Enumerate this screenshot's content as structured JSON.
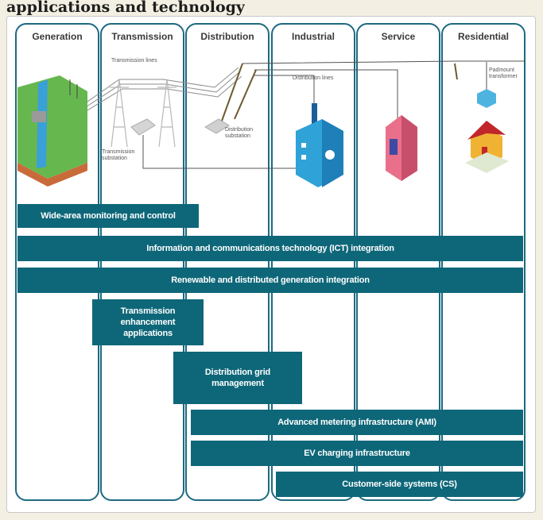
{
  "header_fragment": "applications and technology",
  "columns": [
    {
      "id": "generation",
      "title": "Generation"
    },
    {
      "id": "transmission",
      "title": "Transmission"
    },
    {
      "id": "distribution",
      "title": "Distribution"
    },
    {
      "id": "industrial",
      "title": "Industrial"
    },
    {
      "id": "service",
      "title": "Service"
    },
    {
      "id": "residential",
      "title": "Residential"
    }
  ],
  "illustration_labels": {
    "transmission_lines": "Transmission lines",
    "transmission_substation": "Transmission substation",
    "distribution_lines": "Distribution lines",
    "distribution_substation": "Distribution substation",
    "padmount_transformer": "Padmount transformer"
  },
  "bands": [
    {
      "id": "wams",
      "label": "Wide-area monitoring and control"
    },
    {
      "id": "ict",
      "label": "Information and communications technology (ICT) integration"
    },
    {
      "id": "renewable",
      "label": "Renewable and distributed generation integration"
    },
    {
      "id": "transmission_apps",
      "label": "Transmission enhancement applications"
    },
    {
      "id": "dgm",
      "label": "Distribution grid management"
    },
    {
      "id": "ami",
      "label": "Advanced metering infrastructure (AMI)"
    },
    {
      "id": "ev",
      "label": "EV charging infrastructure"
    },
    {
      "id": "cs",
      "label": "Customer-side systems (CS)"
    }
  ],
  "colors": {
    "band": "#0e6779",
    "column_border": "#1d6a82",
    "background": "#f3efe2"
  }
}
